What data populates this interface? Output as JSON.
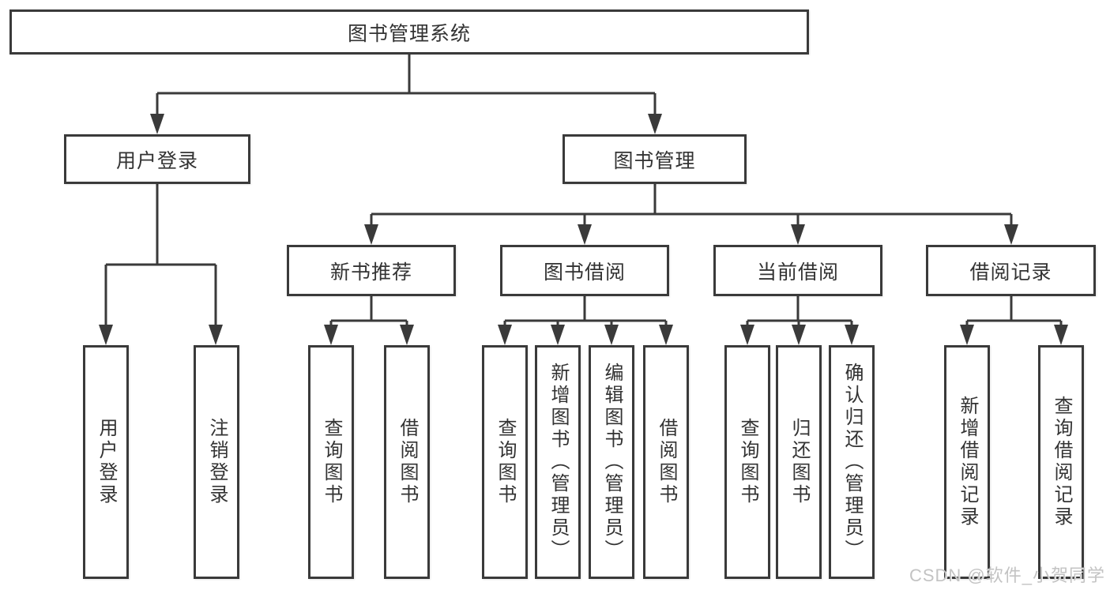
{
  "diagram": {
    "root": {
      "label": "图书管理系统"
    },
    "branches": [
      {
        "label": "用户登录",
        "children": [
          {
            "label": "用户登录"
          },
          {
            "label": "注销登录"
          }
        ]
      },
      {
        "label": "图书管理",
        "children": [
          {
            "label": "新书推荐",
            "children": [
              {
                "label": "查询图书"
              },
              {
                "label": "借阅图书"
              }
            ]
          },
          {
            "label": "图书借阅",
            "children": [
              {
                "label": "查询图书"
              },
              {
                "label": "新增图书（管理员）"
              },
              {
                "label": "编辑图书（管理员）"
              },
              {
                "label": "借阅图书"
              }
            ]
          },
          {
            "label": "当前借阅",
            "children": [
              {
                "label": "查询图书"
              },
              {
                "label": "归还图书"
              },
              {
                "label": "确认归还（管理员）"
              }
            ]
          },
          {
            "label": "借阅记录",
            "children": [
              {
                "label": "新增借阅记录"
              },
              {
                "label": "查询借阅记录"
              }
            ]
          }
        ]
      }
    ],
    "watermark": "CSDN @软件_小贺同学",
    "colors": {
      "line": "#3a3a3a",
      "box_border": "#3a3a3a",
      "box_background": "#ffffff",
      "text": "#333333",
      "watermark": "#c3c3c3",
      "page_background": "#ffffff"
    }
  }
}
